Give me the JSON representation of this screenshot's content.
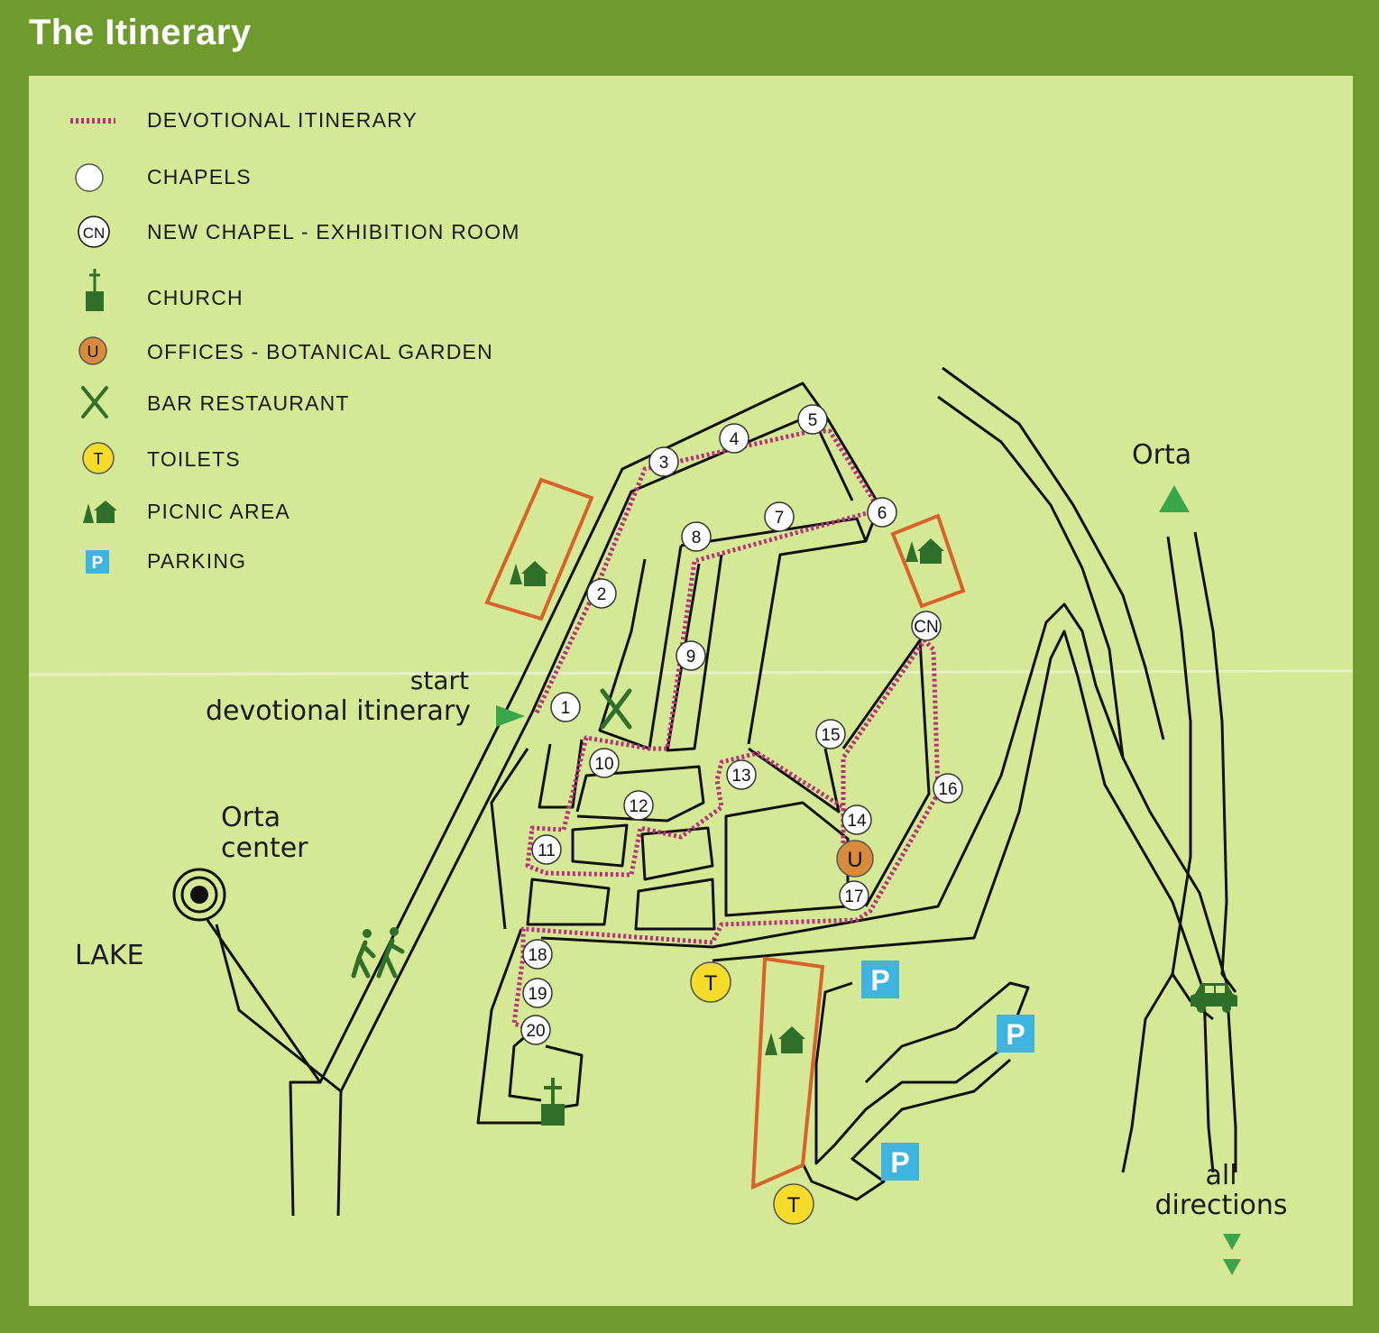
{
  "title": "The Itinerary",
  "legend": {
    "devotional_itinerary": "DEVOTIONAL ITINERARY",
    "chapels": "CHAPELS",
    "new_chapel": "NEW CHAPEL - EXHIBITION ROOM",
    "new_chapel_code": "CN",
    "church": "CHURCH",
    "offices": "OFFICES - BOTANICAL GARDEN",
    "offices_code": "U",
    "bar_restaurant": "BAR RESTAURANT",
    "toilets": "TOILETS",
    "toilets_code": "T",
    "picnic_area": "PICNIC AREA",
    "parking": "PARKING",
    "parking_code": "P"
  },
  "labels": {
    "start_line1": "start",
    "start_line2": "devotional itinerary",
    "orta_center_line1": "Orta",
    "orta_center_line2": "center",
    "lake": "LAKE",
    "orta": "Orta",
    "all_directions_line1": "all",
    "all_directions_line2": "directions"
  },
  "chapels": [
    "1",
    "2",
    "3",
    "4",
    "5",
    "6",
    "7",
    "8",
    "9",
    "10",
    "11",
    "12",
    "13",
    "14",
    "15",
    "16",
    "17",
    "18",
    "19",
    "20"
  ],
  "colors": {
    "background": "#6f9a2e",
    "map": "#d5e896",
    "route": "#b8327a",
    "picnic_border": "#d9622a",
    "parking": "#3fb4e0",
    "toilets": "#f5dc2a",
    "offices": "#d98a3a",
    "green_icon": "#2f6f2a"
  }
}
